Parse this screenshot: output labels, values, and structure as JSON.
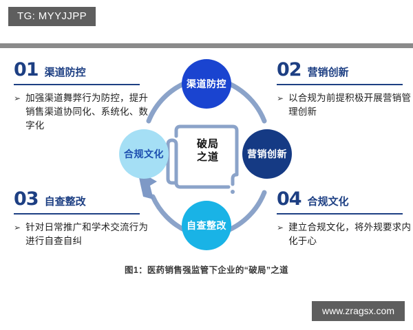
{
  "tag": {
    "label": "TG: MYYJJPP"
  },
  "watermark": {
    "label": "www.zragsx.com"
  },
  "blocks": [
    {
      "number": "01",
      "title": "渠道防控",
      "bullet": "➢",
      "text": "加强渠道舞弊行为防控，提升销售渠道协同化、系统化、数字化"
    },
    {
      "number": "02",
      "title": "营销创新",
      "bullet": "➢",
      "text": "以合规为前提积极开展营销管理创新"
    },
    {
      "number": "03",
      "title": "自查整改",
      "bullet": "➢",
      "text": "针对日常推广和学术交流行为进行自查自纠"
    },
    {
      "number": "04",
      "title": "合规文化",
      "bullet": "➢",
      "text": "建立合规文化，将外规要求内化于心"
    }
  ],
  "diagram": {
    "center_label": "破局\n之道",
    "center_line1": "破局",
    "center_line2": "之道",
    "nodes": [
      {
        "position": "top",
        "label": "渠道防控",
        "color": "#1a44d0",
        "text_color": "#ffffff"
      },
      {
        "position": "right",
        "label": "营销创新",
        "color": "#153a84",
        "text_color": "#ffffff"
      },
      {
        "position": "bottom",
        "label": "自查整改",
        "color": "#19b3e6",
        "text_color": "#ffffff"
      },
      {
        "position": "left",
        "label": "合规文化",
        "color": "#a5dff5",
        "text_color": "#1d4fb0"
      }
    ],
    "ring_color": "#8ba3c9",
    "document_icon_color": "#8ba3c9"
  },
  "caption": {
    "text": "图1：医药销售强监管下企业的“破局”之道"
  },
  "colors": {
    "accent_navy": "#1d3f83",
    "badge_grey": "#5e5e5e",
    "bar_grey": "#8a8a8a"
  }
}
